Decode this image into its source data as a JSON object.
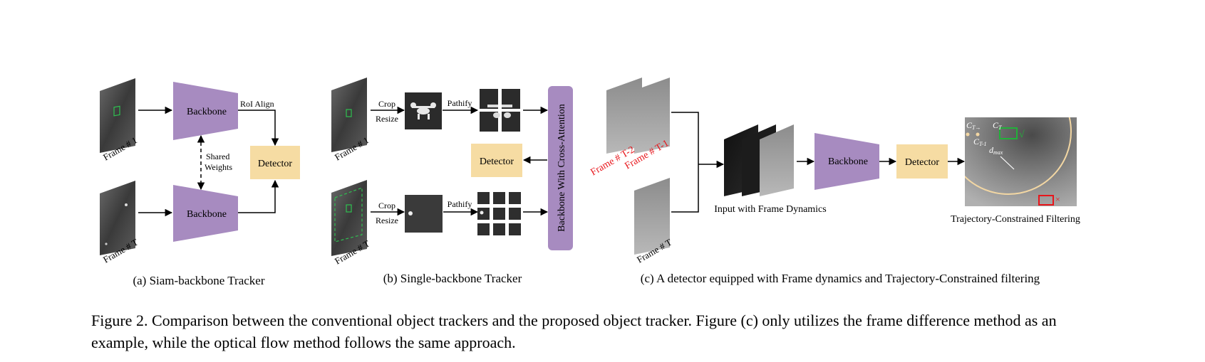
{
  "panel_a": {
    "caption": "(a) Siam-backbone Tracker",
    "frame_top": "Frame # 1",
    "frame_bottom": "Frame # T",
    "backbone_top": "Backbone",
    "backbone_bottom": "Backbone",
    "roi_align": "RoI Align",
    "shared_line1": "Shared",
    "shared_line2": "Weights",
    "detector": "Detector"
  },
  "panel_b": {
    "caption": "(b) Single-backbone Tracker",
    "frame_top": "Frame # 1",
    "frame_bottom": "Frame # T",
    "crop_top": "Crop",
    "resize_top": "Resize",
    "crop_bottom": "Crop",
    "resize_bottom": "Resize",
    "pathify_top": "Pathify",
    "pathify_bottom": "Pathify",
    "cross_attention": "Backbone With Cross-Attention",
    "detector": "Detector"
  },
  "panel_c": {
    "caption": "(c) A detector equipped with Frame dynamics and Trajectory-Constrained filtering",
    "frame_t2": "Frame # T-2",
    "frame_t1": "Frame # T-1",
    "frame_t": "Frame # T",
    "input_label": "Input with Frame Dynamics",
    "backbone": "Backbone",
    "detector": "Detector",
    "filtering_label": "Trajectory-Constrained Filtering",
    "c_t_arrow": "C",
    "c_t_arrow_sub": "T→",
    "c_t": "C",
    "c_t_sub": "T",
    "c_t1": "C",
    "c_t1_sub": "T-1",
    "d_max": "d",
    "d_max_sub": "max",
    "check_mark": "√",
    "cross_mark": "×"
  },
  "figure_caption": "Figure 2. Comparison between the conventional object trackers and the proposed object tracker. Figure (c) only utilizes the frame difference method as an example, while the optical flow method follows the same approach.",
  "colors": {
    "backbone": "#a78bc0",
    "detector": "#f6dca3",
    "red_label": "#e8151b",
    "green_box": "#22b03a",
    "red_box": "#e8151b",
    "circle": "#f3d7a3"
  }
}
